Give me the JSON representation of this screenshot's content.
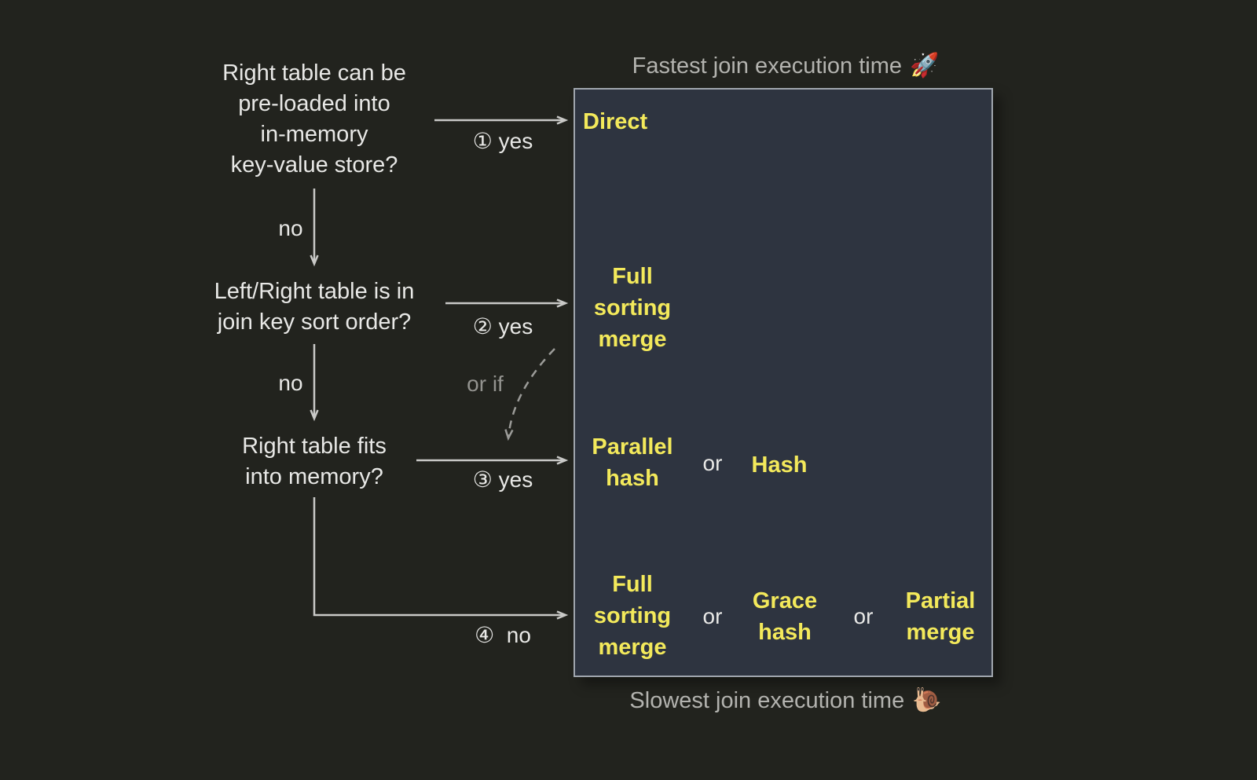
{
  "colors": {
    "background": "#22231e",
    "panel_bg": "#2e3440",
    "panel_border": "#a0a6ae",
    "accent": "#f3e95b",
    "text": "#e8e8e6",
    "muted": "#b3b3af",
    "dim": "#93938f",
    "arrow": "#c9c9c7"
  },
  "captions": {
    "top_text": "Fastest join execution time",
    "top_icon": "🚀",
    "bottom_text": "Slowest join execution time",
    "bottom_icon": "🐌"
  },
  "questions": [
    "Right table can be\npre-loaded into\nin-memory\nkey-value store?",
    "Left/Right table is in\njoin key sort order?",
    "Right table fits\ninto memory?"
  ],
  "edges": {
    "no_1": "no",
    "yes_1": "① yes",
    "no_2": "no",
    "yes_2": "② yes",
    "or_if": "or if",
    "yes_3": "③ yes",
    "no_4": "④  no"
  },
  "panel": {
    "rows": [
      {
        "items": [
          {
            "type": "algo",
            "label": "Direct"
          }
        ]
      },
      {
        "items": [
          {
            "type": "algo",
            "label": "Full\nsorting\nmerge"
          }
        ]
      },
      {
        "items": [
          {
            "type": "algo",
            "label": "Parallel\nhash"
          },
          {
            "type": "or",
            "label": "or"
          },
          {
            "type": "algo",
            "label": "Hash"
          }
        ]
      },
      {
        "items": [
          {
            "type": "algo",
            "label": "Full\nsorting\nmerge"
          },
          {
            "type": "or",
            "label": "or"
          },
          {
            "type": "algo",
            "label": "Grace\nhash"
          },
          {
            "type": "or",
            "label": "or"
          },
          {
            "type": "algo",
            "label": "Partial\nmerge"
          }
        ]
      }
    ]
  }
}
